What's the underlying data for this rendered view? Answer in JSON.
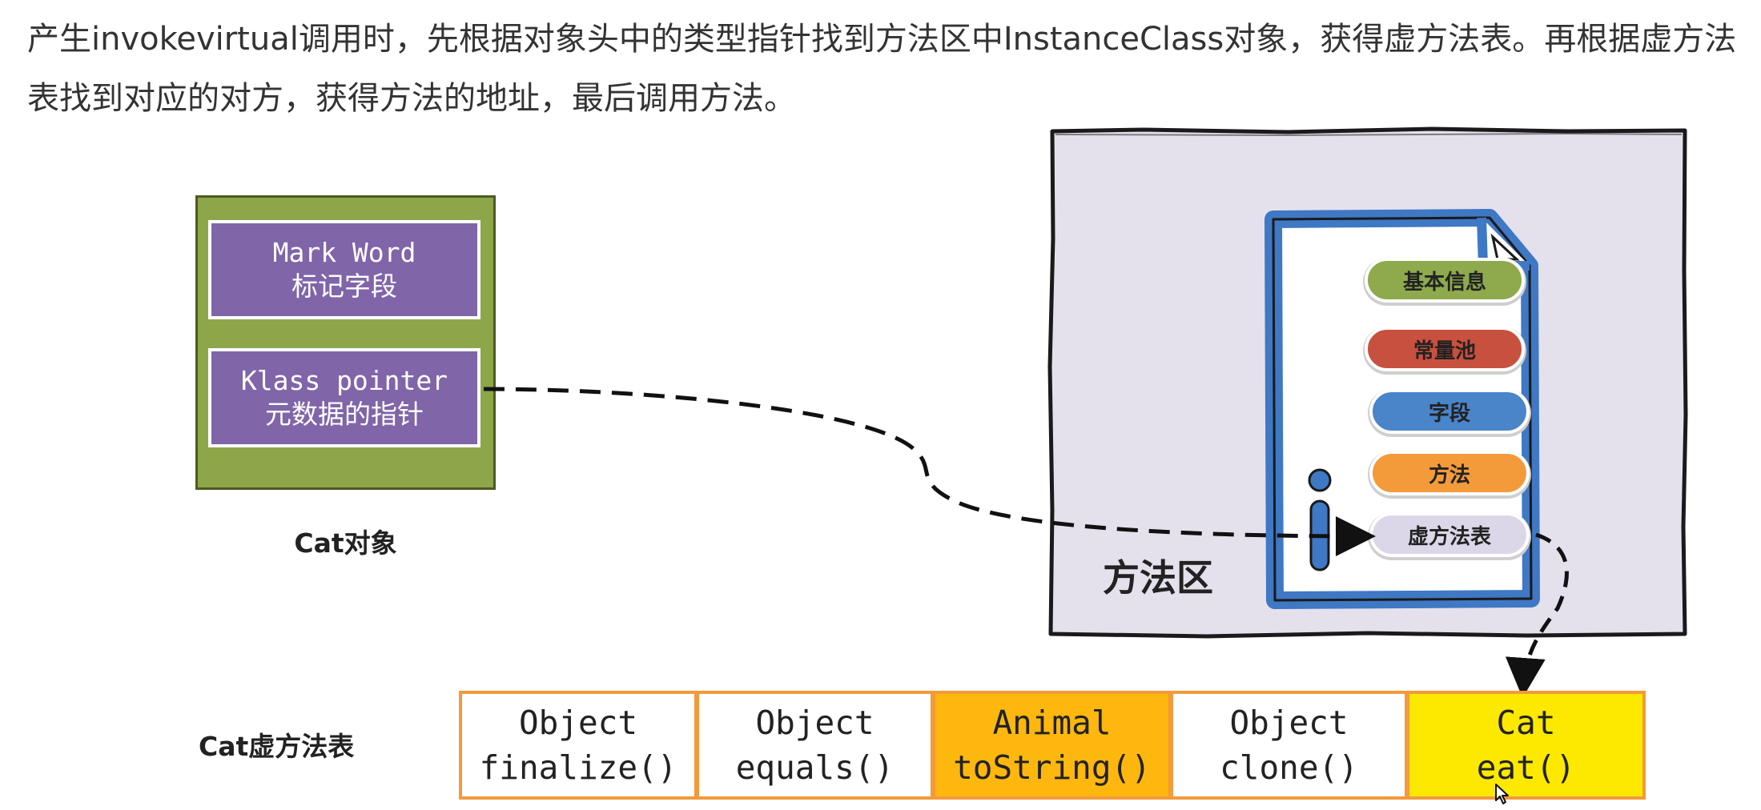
{
  "intro": "产生invokevirtual调用时，先根据对象头中的类型指针找到方法区中InstanceClass对象，获得虚方法表。再根据虚方法表找到对应的对方，获得方法的地址，最后调用方法。",
  "cat_object": {
    "mark_word": {
      "en": "Mark Word",
      "zh": "标记字段"
    },
    "klass_pointer": {
      "en": "Klass pointer",
      "zh": "元数据的指针"
    },
    "label": "Cat对象"
  },
  "method_area": {
    "title": "方法区",
    "items": [
      "基本信息",
      "常量池",
      "字段",
      "方法",
      "虚方法表"
    ]
  },
  "vtable": {
    "label": "Cat虚方法表",
    "cells": [
      {
        "owner": "Object",
        "method": "finalize()",
        "color": "#ffffff"
      },
      {
        "owner": "Object",
        "method": "equals()",
        "color": "#ffffff"
      },
      {
        "owner": "Animal",
        "method": "toString()",
        "color": "#fdb70f"
      },
      {
        "owner": "Object",
        "method": "clone()",
        "color": "#ffffff"
      },
      {
        "owner": "Cat",
        "method": "eat()",
        "color": "#fde800"
      }
    ]
  },
  "colors": {
    "cat_object": "#8ea64a",
    "field": "#8065a9",
    "method_area_bg": "#e5e1ec",
    "document_outline": "#3f78c4",
    "cell_border": "#f39a3a"
  }
}
